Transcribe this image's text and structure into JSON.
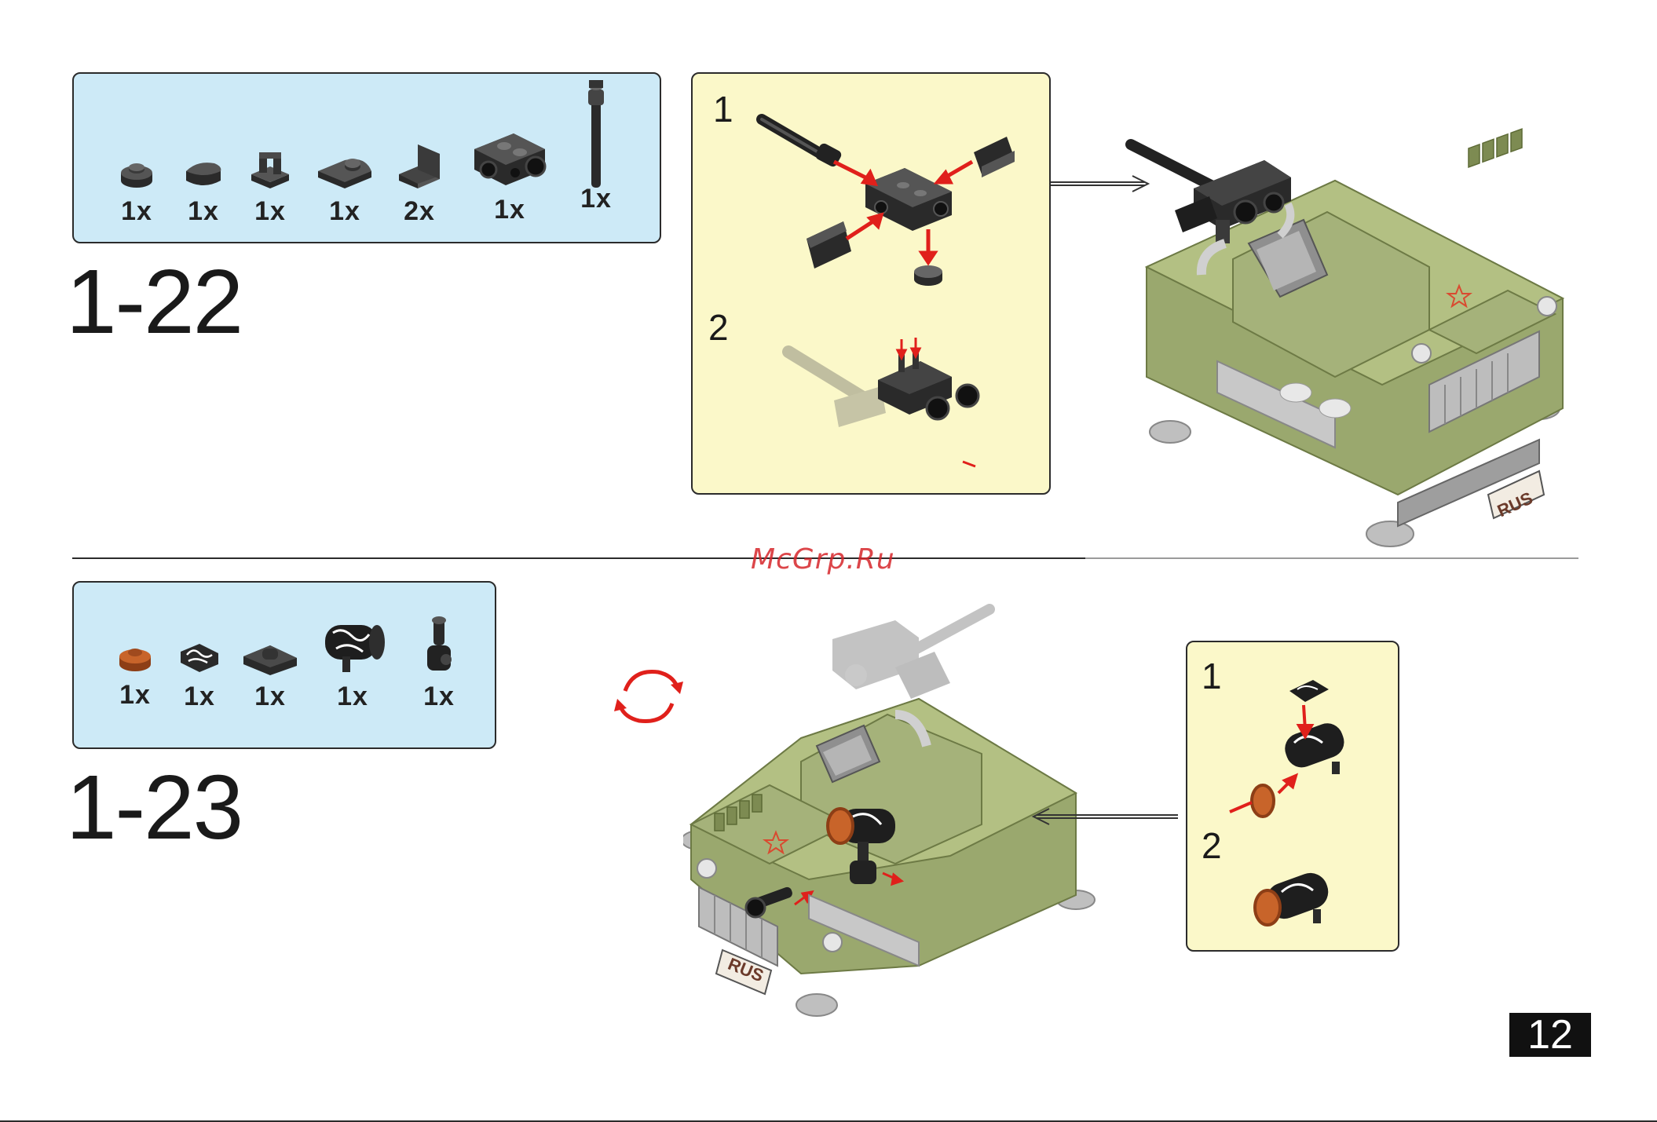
{
  "step_22": {
    "title": "1-22",
    "parts": [
      {
        "qty": "1x",
        "icon": "round-plate-1x1-icon"
      },
      {
        "qty": "1x",
        "icon": "round-tile-icon"
      },
      {
        "qty": "1x",
        "icon": "clip-plate-icon"
      },
      {
        "qty": "1x",
        "icon": "plate-with-hole-icon"
      },
      {
        "qty": "2x",
        "icon": "bracket-1x1-icon"
      },
      {
        "qty": "1x",
        "icon": "technic-brick-icon"
      },
      {
        "qty": "1x",
        "icon": "bar-with-stud-icon"
      }
    ],
    "substeps": [
      "1",
      "2"
    ]
  },
  "step_23": {
    "title": "1-23",
    "parts": [
      {
        "qty": "1x",
        "icon": "round-plate-orange-icon"
      },
      {
        "qty": "1x",
        "icon": "printed-tile-icon"
      },
      {
        "qty": "1x",
        "icon": "hinge-plate-icon"
      },
      {
        "qty": "1x",
        "icon": "printed-cylinder-icon"
      },
      {
        "qty": "1x",
        "icon": "clip-bar-icon"
      }
    ],
    "substeps": [
      "1",
      "2"
    ],
    "rotate_icon": "rotate-model-icon"
  },
  "vehicle_plate": "RUS",
  "watermark": "McGrp.Ru",
  "page_number": "12",
  "colors": {
    "parts_bg": "#cdeaf7",
    "substep_bg": "#fbf8c9",
    "vehicle_green": "#a5b27a",
    "arrow_red": "#e0201b",
    "part_black": "#2a2a2a",
    "orange": "#c8642a"
  }
}
